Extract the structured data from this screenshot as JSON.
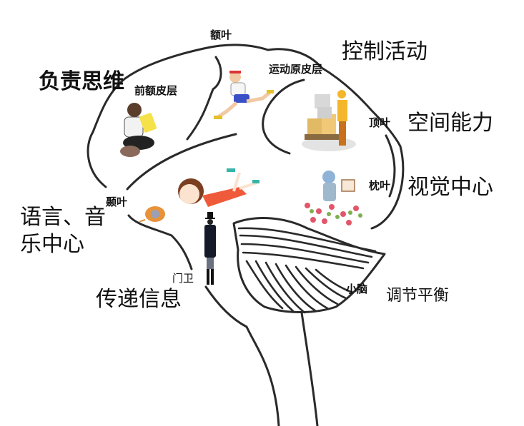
{
  "diagram": {
    "type": "illustrated-brain-map",
    "line_color": "#222222",
    "regions": [
      {
        "id": "frontal",
        "name": "额叶"
      },
      {
        "id": "prefrontal",
        "name": "前额皮层",
        "function": "负责思维"
      },
      {
        "id": "motor",
        "name": "运动原皮层",
        "function": "控制活动"
      },
      {
        "id": "parietal",
        "name": "顶叶",
        "function": "空间能力"
      },
      {
        "id": "occipital",
        "name": "枕叶",
        "function": "视觉中心"
      },
      {
        "id": "temporal",
        "name": "颞叶",
        "function_line1": "语言、音",
        "function_line2": "乐中心"
      },
      {
        "id": "thalamus",
        "name": "门卫",
        "function": "传递信息"
      },
      {
        "id": "cerebellum",
        "name": "小脑",
        "function": "调节平衡"
      }
    ],
    "illustrations": [
      {
        "region": "prefrontal",
        "icon": "reading-person-icon"
      },
      {
        "region": "motor",
        "icon": "running-person-icon"
      },
      {
        "region": "parietal",
        "icon": "worker-stacking-boxes-icon"
      },
      {
        "region": "occipital",
        "icon": "painter-in-flowers-icon"
      },
      {
        "region": "temporal",
        "icon": "girl-on-telephone-icon"
      },
      {
        "region": "thalamus",
        "icon": "gatekeeper-top-hat-icon"
      }
    ]
  }
}
